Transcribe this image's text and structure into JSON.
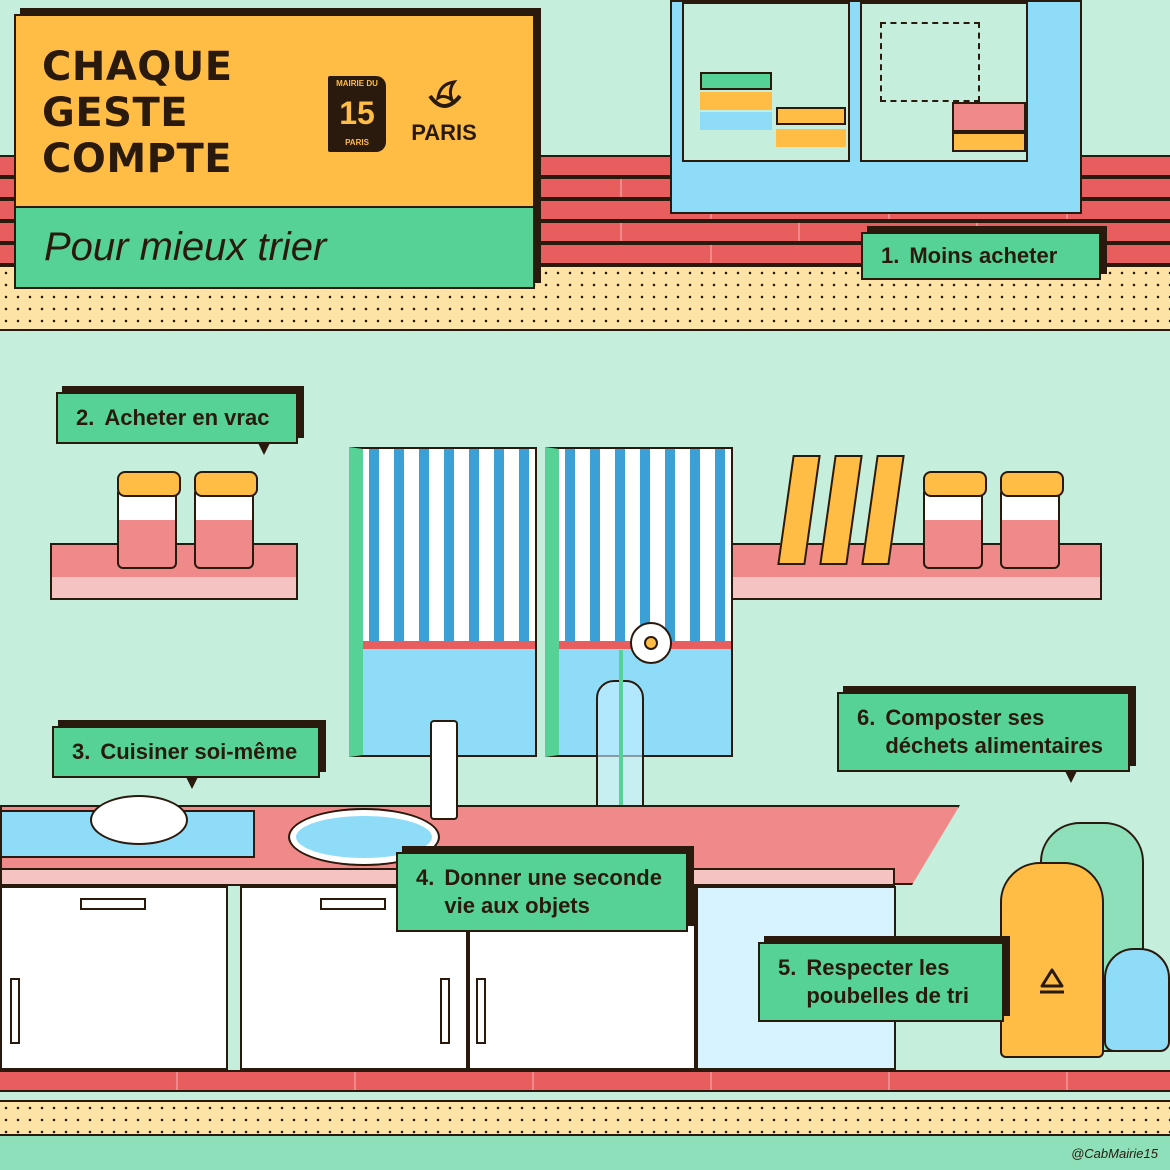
{
  "title_card": {
    "title_lines": [
      "CHAQUE",
      "GESTE",
      "COMPTE"
    ],
    "subtitle": "Pour mieux trier",
    "logo_mairie": {
      "top": "MAIRIE DU",
      "number": "15",
      "bottom": "PARIS"
    },
    "logo_paris": "PARIS"
  },
  "steps": [
    {
      "number": "1.",
      "text": "Moins acheter"
    },
    {
      "number": "2.",
      "text": "Acheter en vrac"
    },
    {
      "number": "3.",
      "text": "Cuisiner soi-même"
    },
    {
      "number": "4.",
      "text": "Donner une seconde vie aux objets"
    },
    {
      "number": "5.",
      "text": "Respecter les poubelles de tri"
    },
    {
      "number": "6.",
      "text": "Composter ses déchets alimentaires"
    }
  ],
  "credit": "@CabMairie15",
  "colors": {
    "orange": "#ffbd45",
    "green": "#56d296",
    "mint": "#c6eedc",
    "red": "#e85d5d",
    "pink": "#f08a8a",
    "blue": "#8fdcf9",
    "dark": "#2a1a0e"
  }
}
